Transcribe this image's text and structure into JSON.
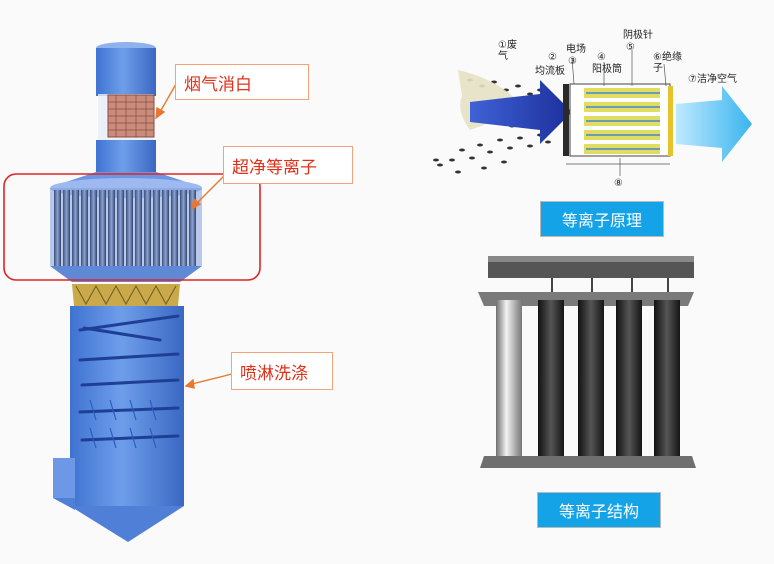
{
  "callouts": {
    "smoke_whitening": "烟气消白",
    "ultra_clean_plasma": "超净等离子",
    "spray_washing": "喷淋洗涤"
  },
  "principle": {
    "labels": {
      "waste_gas": "①废气",
      "flow_plate_num": "②",
      "flow_plate": "均流板",
      "electric_field": "电场",
      "electric_field_num": "③",
      "anode_tube_num": "④",
      "anode_tube": "阳极筒",
      "cathode_needle": "阴极针",
      "cathode_needle_num": "⑤",
      "insulator": "⑥绝缘子",
      "clean_air": "⑦洁净空气",
      "item_8": "⑧"
    },
    "caption": "等离子原理"
  },
  "structure": {
    "caption": "等离子结构"
  },
  "colors": {
    "tower_blue": "#5b8fe0",
    "callout_text": "#e0301a",
    "caption_bg": "#14a3e6",
    "frame_red": "#e02424"
  }
}
